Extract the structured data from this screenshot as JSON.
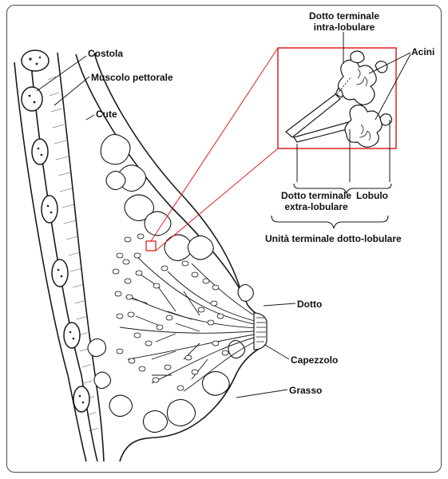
{
  "labels": {
    "rib": "Costola",
    "pectoral_muscle": "Muscolo pettorale",
    "skin": "Cute",
    "terminal_duct_intralobular_line1": "Dotto terminale",
    "terminal_duct_intralobular_line2": "intra-lobulare",
    "acini": "Acini",
    "terminal_duct_extralobular_line1": "Dotto terminale",
    "terminal_duct_extralobular_line2": "extra-lobulare",
    "lobule": "Lobulo",
    "tdlu": "Unità terminale dotto-lobulare",
    "duct": "Dotto",
    "nipple": "Capezzolo",
    "fat": "Grasso"
  },
  "colors": {
    "ink": "#1a1a1a",
    "highlight": "#e02020",
    "frame": "#4a4a4a"
  }
}
